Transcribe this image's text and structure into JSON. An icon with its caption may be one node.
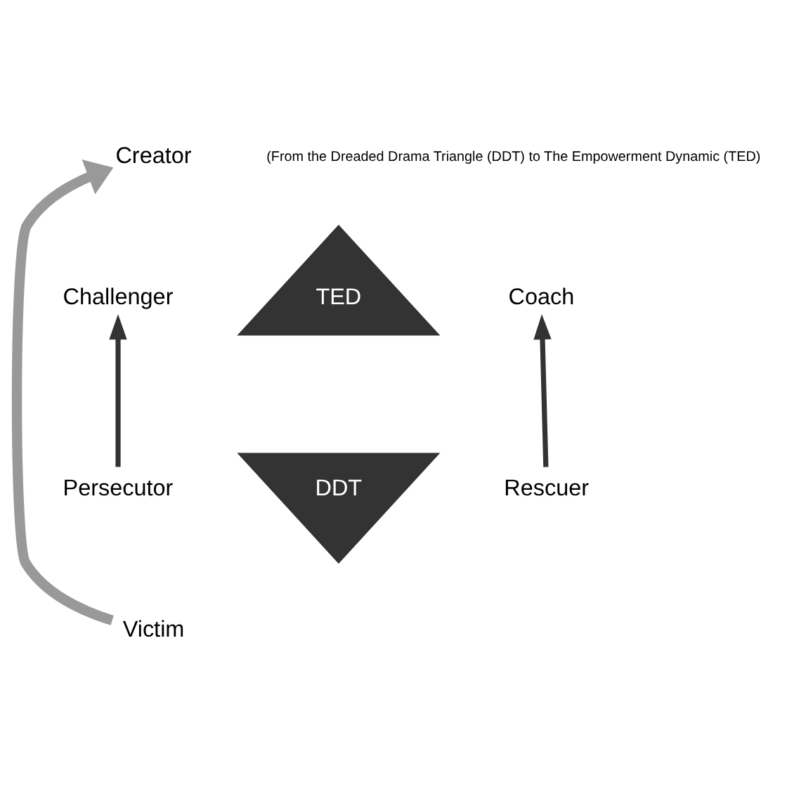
{
  "diagram": {
    "nodes": [
      {
        "text": [
          "Creator"
        ]
      },
      {
        "text": [
          "TED"
        ]
      },
      {
        "text": [
          "DDT"
        ]
      },
      {
        "text": [
          "Challenger"
        ]
      },
      {
        "text": [
          "Coach"
        ]
      },
      {
        "text": [
          "Persecutor"
        ]
      },
      {
        "text": [
          "Rescuer"
        ]
      },
      {
        "text": [
          "Victim"
        ]
      }
    ],
    "edges": [
      {
        "from": 7,
        "to": 0,
        "arrow": "to",
        "style": "thick",
        "color": "#999999"
      },
      {
        "from": 5,
        "to": 3,
        "arrow": "to"
      },
      {
        "from": 6,
        "to": 4,
        "arrow": "to"
      }
    ],
    "labels": [
      "(From the Dreaded Drama Triangle (DDT) to The Empowerment Dynamic (TED)"
    ]
  }
}
